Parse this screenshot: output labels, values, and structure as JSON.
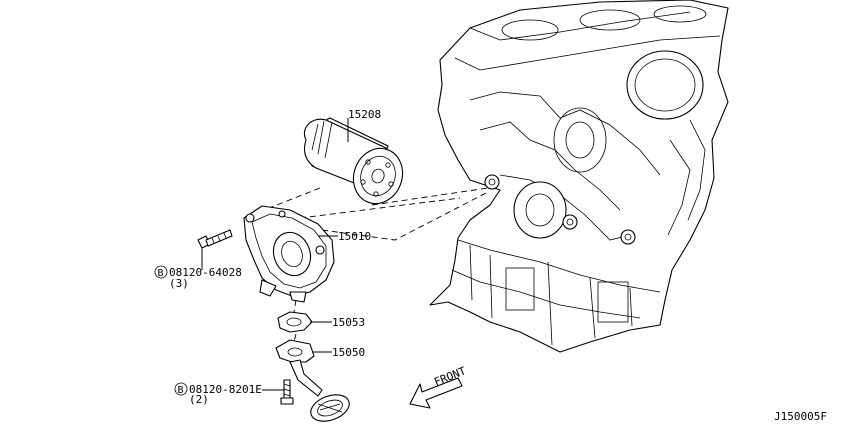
{
  "parts": {
    "oil_filter": "15208",
    "oil_pump": "15010",
    "gasket": "15053",
    "strainer": "15050"
  },
  "bolts": {
    "bolt1_code": "08120-64028",
    "bolt1_qty": "(3)",
    "bolt2_code": "08120-8201E",
    "bolt2_qty": "(2)",
    "bolt_symbol": "B"
  },
  "direction": {
    "front_label": "FRONT"
  },
  "diagram_id": "J150005F"
}
